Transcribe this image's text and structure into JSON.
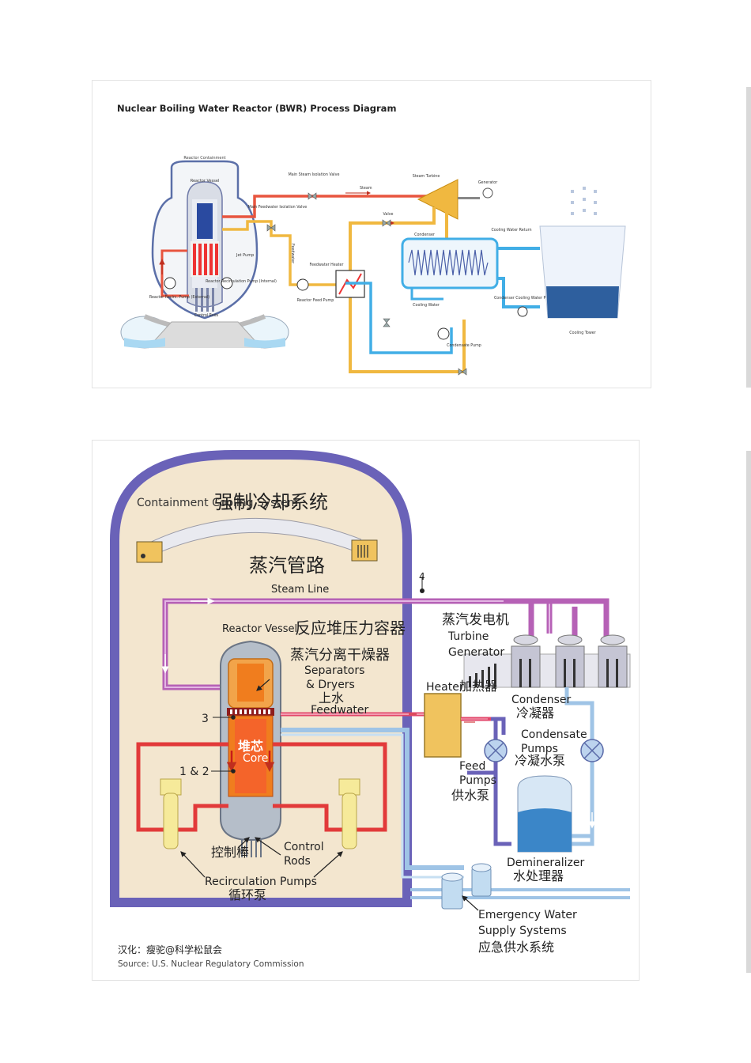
{
  "bwr_diagram": {
    "title": "Nuclear Boiling Water Reactor (BWR) Process Diagram",
    "labels": {
      "reactor_containment": "Reactor Containment",
      "reactor_vessel": "Reactor Vessel",
      "main_steam_isolation_valve": "Main Steam Isolation Valve",
      "steam": "Steam",
      "steam_turbine": "Steam Turbine",
      "generator": "Generator",
      "main_feedwater_isolation_valve": "Main Feedwater Isolation Valve",
      "valve": "Valve",
      "jet_pump": "Jet Pump",
      "feedwater": "Feedwater",
      "condenser": "Condenser",
      "cooling_water_return": "Cooling Water Return",
      "feedwater_heater": "Feedwater Heater",
      "reactor_recirculation_pump_internal": "Reactor Recirculation Pump (Internal)",
      "reactor_feed_pump": "Reactor Feed Pump",
      "reactor_recirc_pump_external": "Reactor Recirc. Pump (External)",
      "control_rods": "Control Rods",
      "cooling_water": "Cooling Water",
      "condenser_cooling_water_pump": "Condenser Cooling Water Pump",
      "cooling_tower": "Cooling Tower",
      "condensate_pump": "Condensate Pump"
    }
  },
  "translated_diagram": {
    "labels": {
      "containment_cooling_system": "Containment Cooling System",
      "forced_cooling_cn": "强制冷却系统",
      "steam_line_cn": "蒸汽管路",
      "steam_line": "Steam Line",
      "point_4": "4",
      "reactor_vessel": "Reactor Vessel",
      "reactor_vessel_cn": "反应堆压力容器",
      "turbine_generator_cn": "蒸汽发电机",
      "turbine_generator": "Turbine Generator",
      "separators_cn": "蒸汽分离干燥器",
      "separators": "Separators & Dryers",
      "feedwater_cn": "上水",
      "feedwater": "Feedwater",
      "heater": "Heater",
      "heater_cn": "加热器",
      "condenser": "Condenser",
      "condenser_cn": "冷凝器",
      "point_3": "3",
      "core_cn": "堆芯",
      "core": "Core",
      "condensate_pumps": "Condensate Pumps",
      "condensate_pumps_cn": "冷凝水泵",
      "point_1_2": "1 & 2",
      "feed_pumps": "Feed Pumps",
      "feed_pumps_cn": "供水泵",
      "control_rods_cn": "控制棒",
      "control_rods": "Control Rods",
      "demineralizer": "Demineralizer",
      "demineralizer_cn": "水处理器",
      "recirculation_pumps": "Recirculation Pumps",
      "recirculation_pumps_cn": "循环泵",
      "emergency_water": "Emergency Water Supply Systems",
      "emergency_water_cn": "应急供水系统",
      "translation_credit": "汉化：瘦驼@科学松鼠会",
      "source": "Source: U.S. Nuclear Regulatory Commission"
    }
  },
  "colors": {
    "steam_red": "#e8553f",
    "feed_yellow": "#f0b840",
    "cool_blue": "#41aee6",
    "dome_purple": "#6a62b8",
    "dome_fill": "#f3e6cf",
    "steam_line_purple": "#b661b6"
  }
}
